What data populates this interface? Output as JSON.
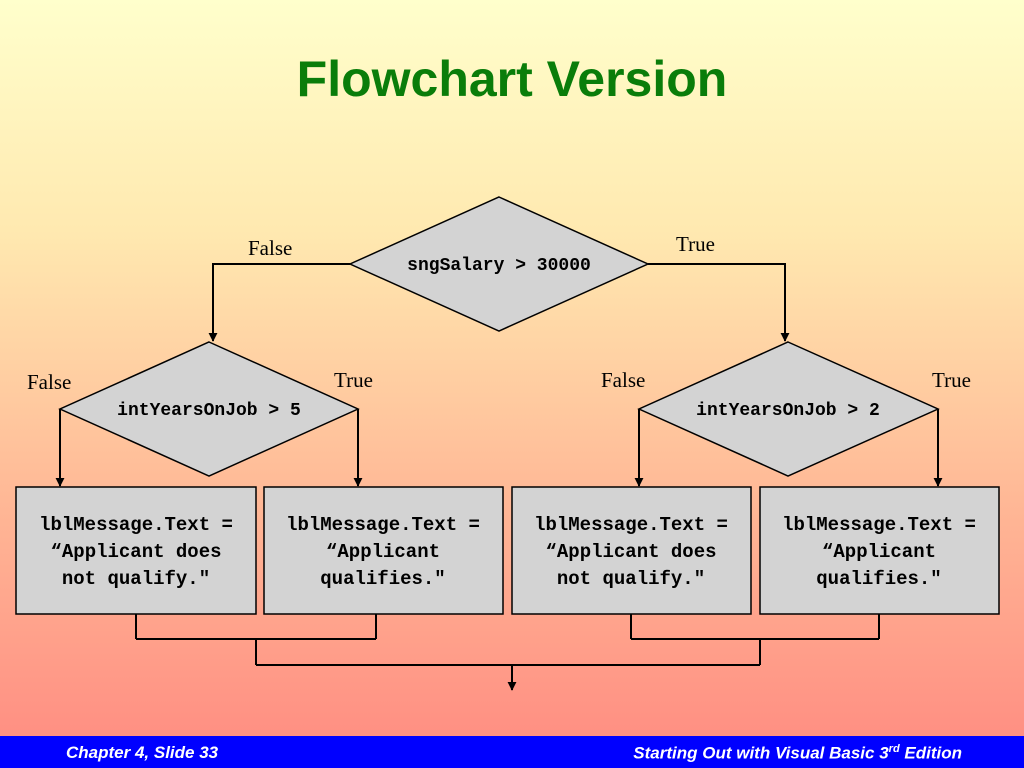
{
  "slide": {
    "title": "Flowchart Version"
  },
  "flowchart": {
    "decisions": [
      {
        "id": "d0",
        "text": "sngSalary > 30000",
        "false_label": "False",
        "true_label": "True"
      },
      {
        "id": "d1",
        "text": "intYearsOnJob > 5",
        "false_label": "False",
        "true_label": "True"
      },
      {
        "id": "d2",
        "text": "intYearsOnJob > 2",
        "false_label": "False",
        "true_label": "True"
      }
    ],
    "processes": [
      {
        "id": "p1",
        "lines": [
          "lblMessage.Text =",
          "“Applicant does",
          "not qualify.\""
        ]
      },
      {
        "id": "p2",
        "lines": [
          "lblMessage.Text =",
          "“Applicant",
          "qualifies.\""
        ]
      },
      {
        "id": "p3",
        "lines": [
          "lblMessage.Text =",
          "“Applicant does",
          "not qualify.\""
        ]
      },
      {
        "id": "p4",
        "lines": [
          "lblMessage.Text =",
          "“Applicant",
          "qualifies.\""
        ]
      }
    ]
  },
  "footer": {
    "left": "Chapter 4, Slide 33",
    "right_main": "Starting Out with Visual Basic 3",
    "right_sup": "rd",
    "right_end": " Edition"
  },
  "colors": {
    "title": "#0a7d0a",
    "shape_fill": "#d3d3d3",
    "footer_bg": "#0000ff"
  }
}
